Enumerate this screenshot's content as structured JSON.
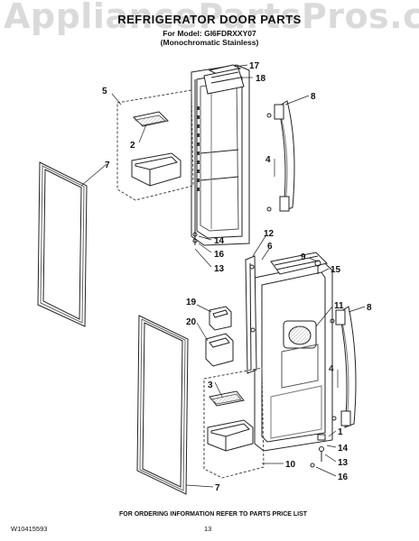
{
  "watermark": "AppliancePartsPros.com",
  "header": {
    "title": "REFRIGERATOR DOOR PARTS",
    "model_line": "For Model: GI6FDRXXY07",
    "variant_line": "(Monochromatic Stainless)"
  },
  "callouts": {
    "c17": "17",
    "c18": "18",
    "c5": "5",
    "c8a": "8",
    "c2": "2",
    "c7a": "7",
    "c4a": "4",
    "c14a": "14",
    "c16a": "16",
    "c13a": "13",
    "c12": "12",
    "c6": "6",
    "c9": "9",
    "c15": "15",
    "c19": "19",
    "c20": "20",
    "c11": "11",
    "c8b": "8",
    "c4b": "4",
    "c3": "3",
    "c1": "1",
    "c14b": "14",
    "c13b": "13",
    "c10": "10",
    "c16b": "16",
    "c7b": "7"
  },
  "footer": {
    "doc_code": "W10415593",
    "ordering_note": "FOR ORDERING INFORMATION REFER TO PARTS PRICE LIST",
    "page_number": "13"
  }
}
